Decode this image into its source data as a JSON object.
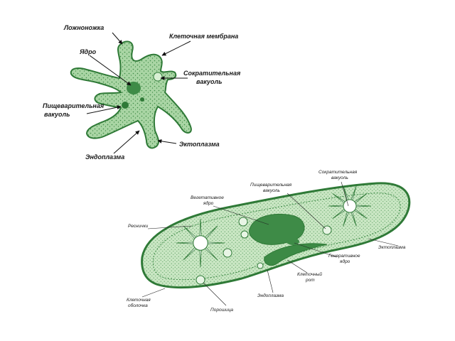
{
  "amoeba": {
    "labels": {
      "pseudopod": "Ложноножка",
      "cell_membrane": "Клеточная мембрана",
      "nucleus": "Ядро",
      "contractile_vacuole_1": "Сократительная",
      "contractile_vacuole_2": "вакуоль",
      "digestive_vacuole_1": "Пищеварительная",
      "digestive_vacuole_2": "вакуоль",
      "ectoplasm": "Эктоплазма",
      "endoplasm": "Эндоплазма"
    }
  },
  "paramecium": {
    "labels": {
      "contractile_vacuole_1": "Сократительная",
      "contractile_vacuole_2": "вакуоль",
      "digestive_vacuole_1": "Пищеварительная",
      "digestive_vacuole_2": "вакуоль",
      "vegetative_nucleus_1": "Вегетативное",
      "vegetative_nucleus_2": "ядро",
      "cilia": "Реснички",
      "ectoplasm": "Эктоплазма",
      "generative_nucleus_1": "Генеративное",
      "generative_nucleus_2": "ядро",
      "cell_mouth_1": "Клеточный",
      "cell_mouth_2": "рот",
      "cell_envelope_1": "Клеточная",
      "cell_envelope_2": "оболочка",
      "powder": "Порошица",
      "endoplasm": "Эндоплазма"
    }
  },
  "colors": {
    "body_fill": "#a9d5a4",
    "body_outline": "#2f7a37",
    "granules": "#3c8a45",
    "nucleus": "#3e8b47",
    "vacuole": "#ffffff"
  }
}
